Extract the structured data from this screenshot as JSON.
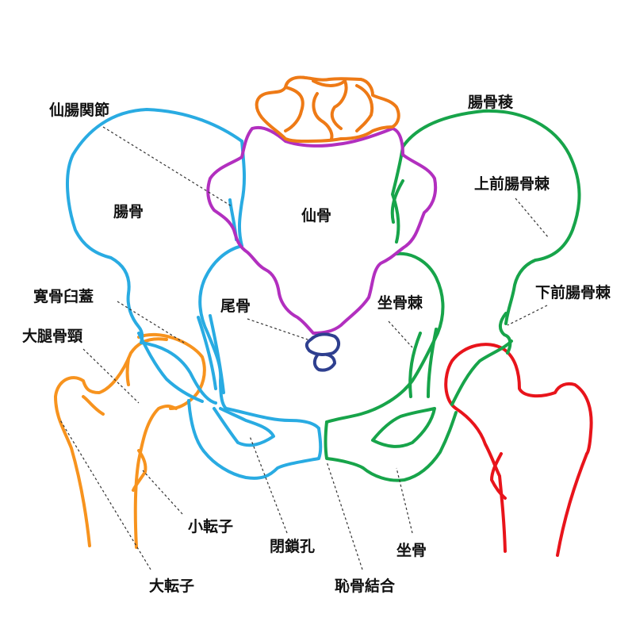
{
  "colors": {
    "ilium": "#29abe2",
    "ischium_right": "#17a44a",
    "sacrum": "#b22fbf",
    "sacrum_top": "#ee7a16",
    "coccyx": "#2e3f8f",
    "femur_left": "#f7931e",
    "femur_right": "#e8141b",
    "background": "#ffffff",
    "label_text": "#111111",
    "leader_line": "#333333"
  },
  "labels": {
    "sacroiliac_joint": "仙腸関節",
    "iliac_crest": "腸骨稜",
    "ilium": "腸骨",
    "sacrum": "仙骨",
    "anterior_superior_iliac_spine": "上前腸骨棘",
    "acetabular_roof": "寛骨臼蓋",
    "coccyx": "尾骨",
    "ischial_spine": "坐骨棘",
    "anterior_inferior_iliac_spine": "下前腸骨棘",
    "femoral_neck": "大腿骨頸",
    "lesser_trochanter": "小転子",
    "obturator_foramen": "閉鎖孔",
    "ischium": "坐骨",
    "greater_trochanter": "大転子",
    "pubic_symphysis": "恥骨結合"
  }
}
